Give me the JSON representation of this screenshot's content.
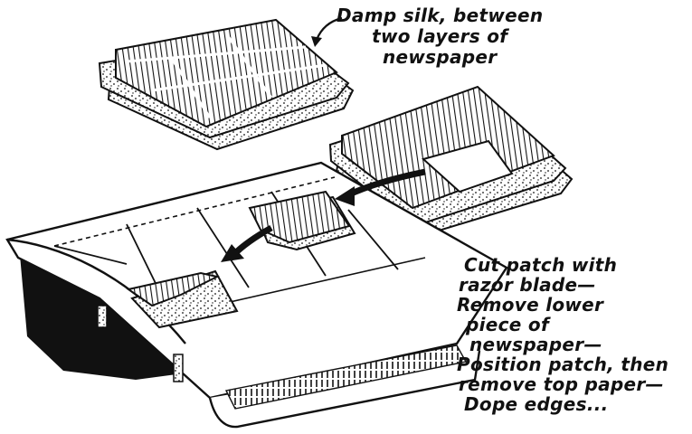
{
  "annotations": {
    "top_label": [
      "Damp silk, between",
      "two layers of",
      "newspaper"
    ],
    "right_label": [
      "Cut patch with",
      "razor blade—",
      "Remove lower",
      "piece of",
      "newspaper—",
      "Position patch, then",
      "remove top paper—",
      "Dope edges..."
    ]
  },
  "colors": {
    "ink": "#111111",
    "paper": "#ffffff"
  }
}
